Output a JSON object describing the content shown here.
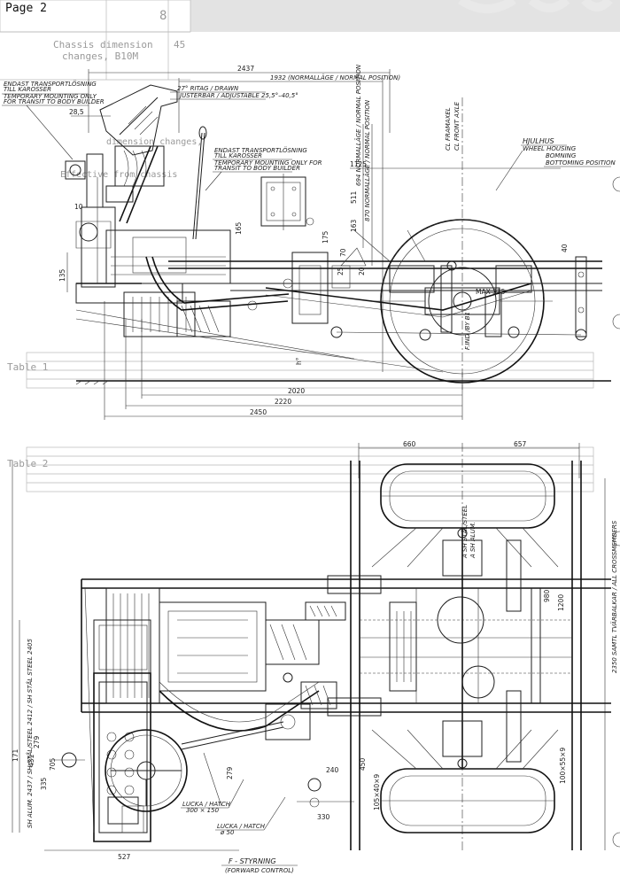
{
  "page": {
    "label": "Page 2"
  },
  "ghost": {
    "header_code": "8",
    "header_title_1": "Chassis dimension",
    "header_title_2": "changes, B10M",
    "header_no": "45",
    "line1": "dimension changes,",
    "line2": "Effective from chassis",
    "line3": "Table 1",
    "line4": "Table 2"
  },
  "side_view": {
    "dims": {
      "overall_top": "2437",
      "normal_position": "1932 (NORMALLÄGE / NORMAL POSITION)",
      "tilt": "27° RITAG / DRAWN",
      "adjust": "JUSTERBAR / ADJUSTABLE 25,5°–40,5°",
      "front_offset": "28,5",
      "d1125": "1125",
      "d511": "511",
      "d694": "694 NORMALLÄGE / NORMAL POSITION",
      "d870": "870 NORMALLÄGE / NORMAL POSITION",
      "d163": "163",
      "d175": "175",
      "d165": "165",
      "d70": "70",
      "d40": "40",
      "d25": "25",
      "d20": "20",
      "d135": "135",
      "d10": "10",
      "max335": "MAX 335",
      "fjad": "F.IND /BY B1",
      "h": "h°",
      "d2020": "2020",
      "d2220": "2220",
      "d2450": "2450"
    },
    "notes": {
      "transport_1": "ENDAST TRANSPORTLÖSNING",
      "transport_2": "TILL KAROSSER",
      "transport_3": "TEMPORARY MOUNTING ONLY",
      "transport_4": "FOR TRANSIT TO BODY BUILDER",
      "transport2_1": "ENDAST TRANSPORTLÖSNING",
      "transport2_2": "TILL KAROSSER",
      "transport2_3": "TEMPORARY MOUNTING ONLY FOR",
      "transport2_4": "TRANSIT TO BODY BUILDER",
      "front_axle_1": "CL FRAMAXEL",
      "front_axle_2": "CL FRONT AXLE",
      "wheel_1": "HJULHUS",
      "wheel_2": "WHEEL HOUSING",
      "bottom_1": "BOMNING",
      "bottom_2": "BOTTOMING POSITION"
    }
  },
  "plan_view": {
    "dims": {
      "d660": "660",
      "d657": "657",
      "d2405": "SH ALUM. 2437 / SH STÅL/STEEL 2412 / SH STÅL STEEL 2405",
      "d171": "171",
      "d705": "705",
      "d335": "335",
      "d431": "431",
      "d279": "279",
      "d450": "450",
      "d240": "240",
      "d330": "330",
      "d527": "527",
      "d980": "980",
      "d1200": "1200",
      "small_a": "105×40×9",
      "small_b": "100×55×9",
      "side_steel": "A  SH STÅL/STEEL",
      "side_alum": "A  SH ALUM.",
      "crossmember": "2350 SAMTL TVÄRBALKAR / ALL CROSSMEMBERS"
    },
    "notes": {
      "hatch1_1": "LUCKA / HATCH",
      "hatch1_2": "300 × 150",
      "hatch2_1": "LUCKA / HATCH",
      "hatch2_2": "ø 50"
    },
    "caption_1": "F - STYRNING",
    "caption_2": "(FORWARD CONTROL)"
  }
}
